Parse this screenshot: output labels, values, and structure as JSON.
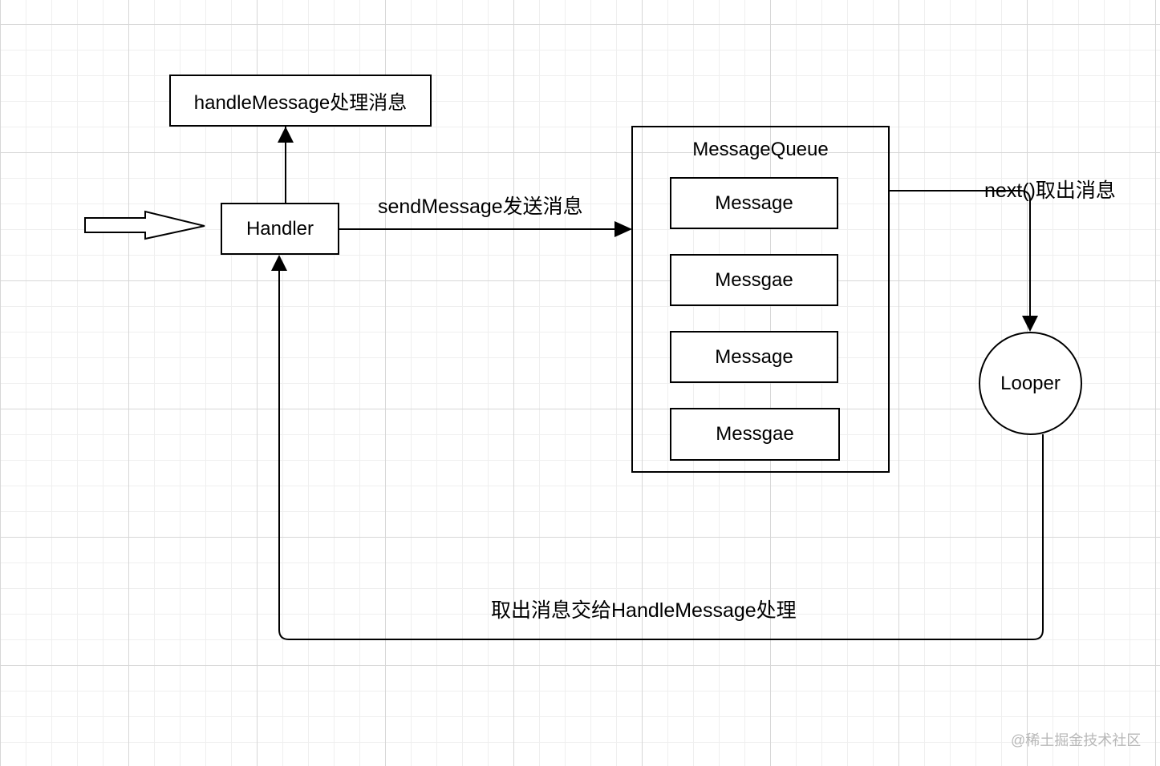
{
  "nodes": {
    "handle_message": "handleMessage处理消息",
    "handler": "Handler",
    "message_queue": "MessageQueue",
    "messages": [
      "Message",
      "Messgae",
      "Message",
      "Messgae"
    ],
    "looper": "Looper"
  },
  "edges": {
    "send_message": "sendMessage发送消息",
    "next": "next()取出消息",
    "dispatch": "取出消息交给HandleMessage处理"
  },
  "watermark": "@稀土掘金技术社区"
}
